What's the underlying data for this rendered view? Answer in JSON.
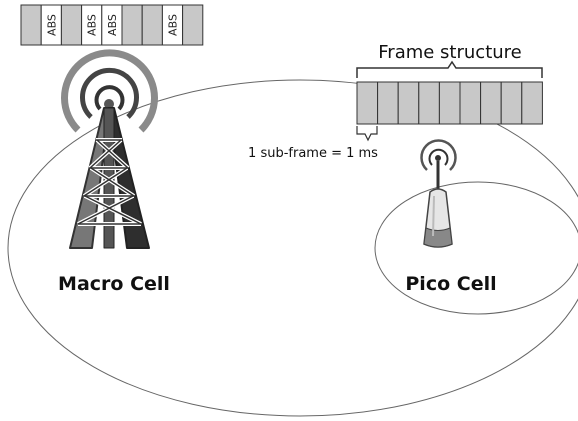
{
  "abs_strip": {
    "subframes": [
      "",
      "ABS",
      "",
      "ABS",
      "ABS",
      "",
      "",
      "ABS",
      ""
    ]
  },
  "frame_structure": {
    "title": "Frame structure",
    "subframe_count": 9,
    "subframe_caption": "1 sub-frame = 1 ms"
  },
  "macro_cell": {
    "label": "Macro Cell"
  },
  "pico_cell": {
    "label": "Pico Cell"
  },
  "colors": {
    "subframe_fill": "#c8c8c8",
    "abs_fill": "#ffffff",
    "tower_dark": "#3a3a3a",
    "signal_arc": "#8a8a8a",
    "outline": "#555555"
  }
}
